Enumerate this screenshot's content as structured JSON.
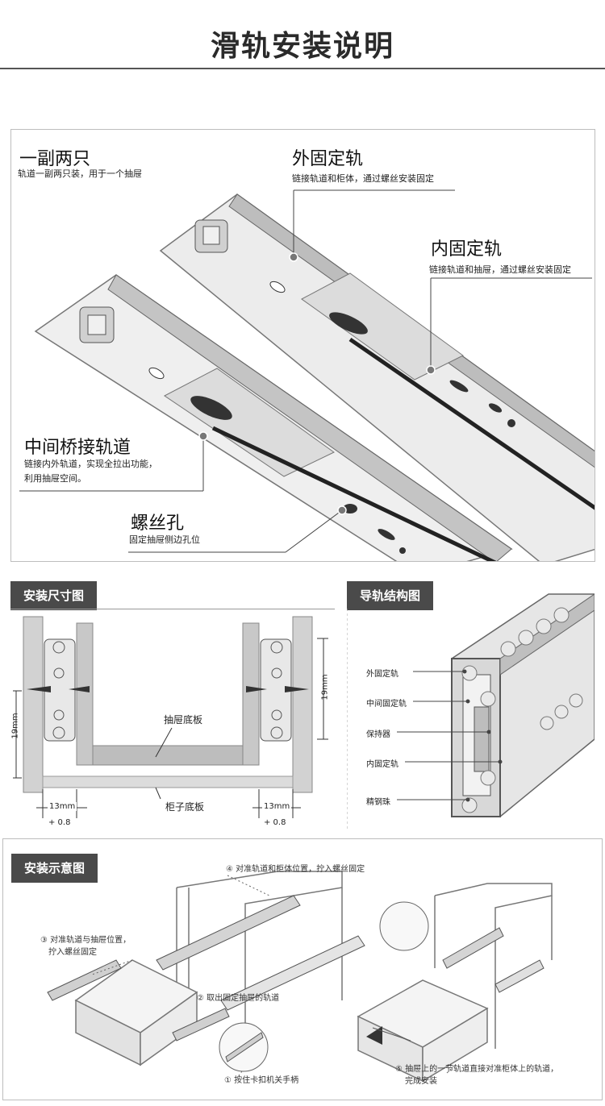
{
  "page": {
    "title": "滑轨安装说明"
  },
  "rail_overview": {
    "pair": {
      "title": "一副两只",
      "desc": "轨道一副两只装，用于一个抽屉"
    },
    "outer": {
      "title": "外固定轨",
      "desc": "链接轨道和柜体，通过螺丝安装固定"
    },
    "inner": {
      "title": "内固定轨",
      "desc": "链接轨道和抽屉，通过螺丝安装固定"
    },
    "middle": {
      "title": "中间桥接轨道",
      "desc_line1": "链接内外轨道，实现全拉出功能，",
      "desc_line2": "利用抽屉空间。"
    },
    "screw": {
      "title": "螺丝孔",
      "desc": "固定抽屉侧边孔位"
    }
  },
  "dimension_diagram": {
    "heading": "安装尺寸图",
    "drawer_bottom": "抽屉底板",
    "cabinet_bottom": "柜子底板",
    "left_height": "19mm",
    "right_height": "19mm",
    "left_gap": "13mm",
    "left_tolerance": "+ 0.8",
    "right_gap": "13mm",
    "right_tolerance": "+ 0.8"
  },
  "structure_diagram": {
    "heading": "导轨结构图",
    "labels": [
      "外固定轨",
      "中间固定轨",
      "保持器",
      "内固定轨",
      "精钢珠"
    ]
  },
  "install_diagram": {
    "heading": "安装示意图",
    "step4": "④ 对准轨道和柜体位置，拧入螺丝固定",
    "step3_line1": "③ 对准轨道与抽屉位置，",
    "step3_line2": "拧入螺丝固定",
    "step2": "② 取出固定抽屉的轨道",
    "step1": "① 按住卡扣机关手柄",
    "step5_line1": "⑤ 抽屉上的一节轨道直接对准柜体上的轨道，",
    "step5_line2": "完成安装"
  },
  "colors": {
    "tag_bg": "#4a4a4a",
    "rule": "#555555",
    "wood": "#d2d2d2",
    "wood_dark": "#9a9a9a"
  }
}
